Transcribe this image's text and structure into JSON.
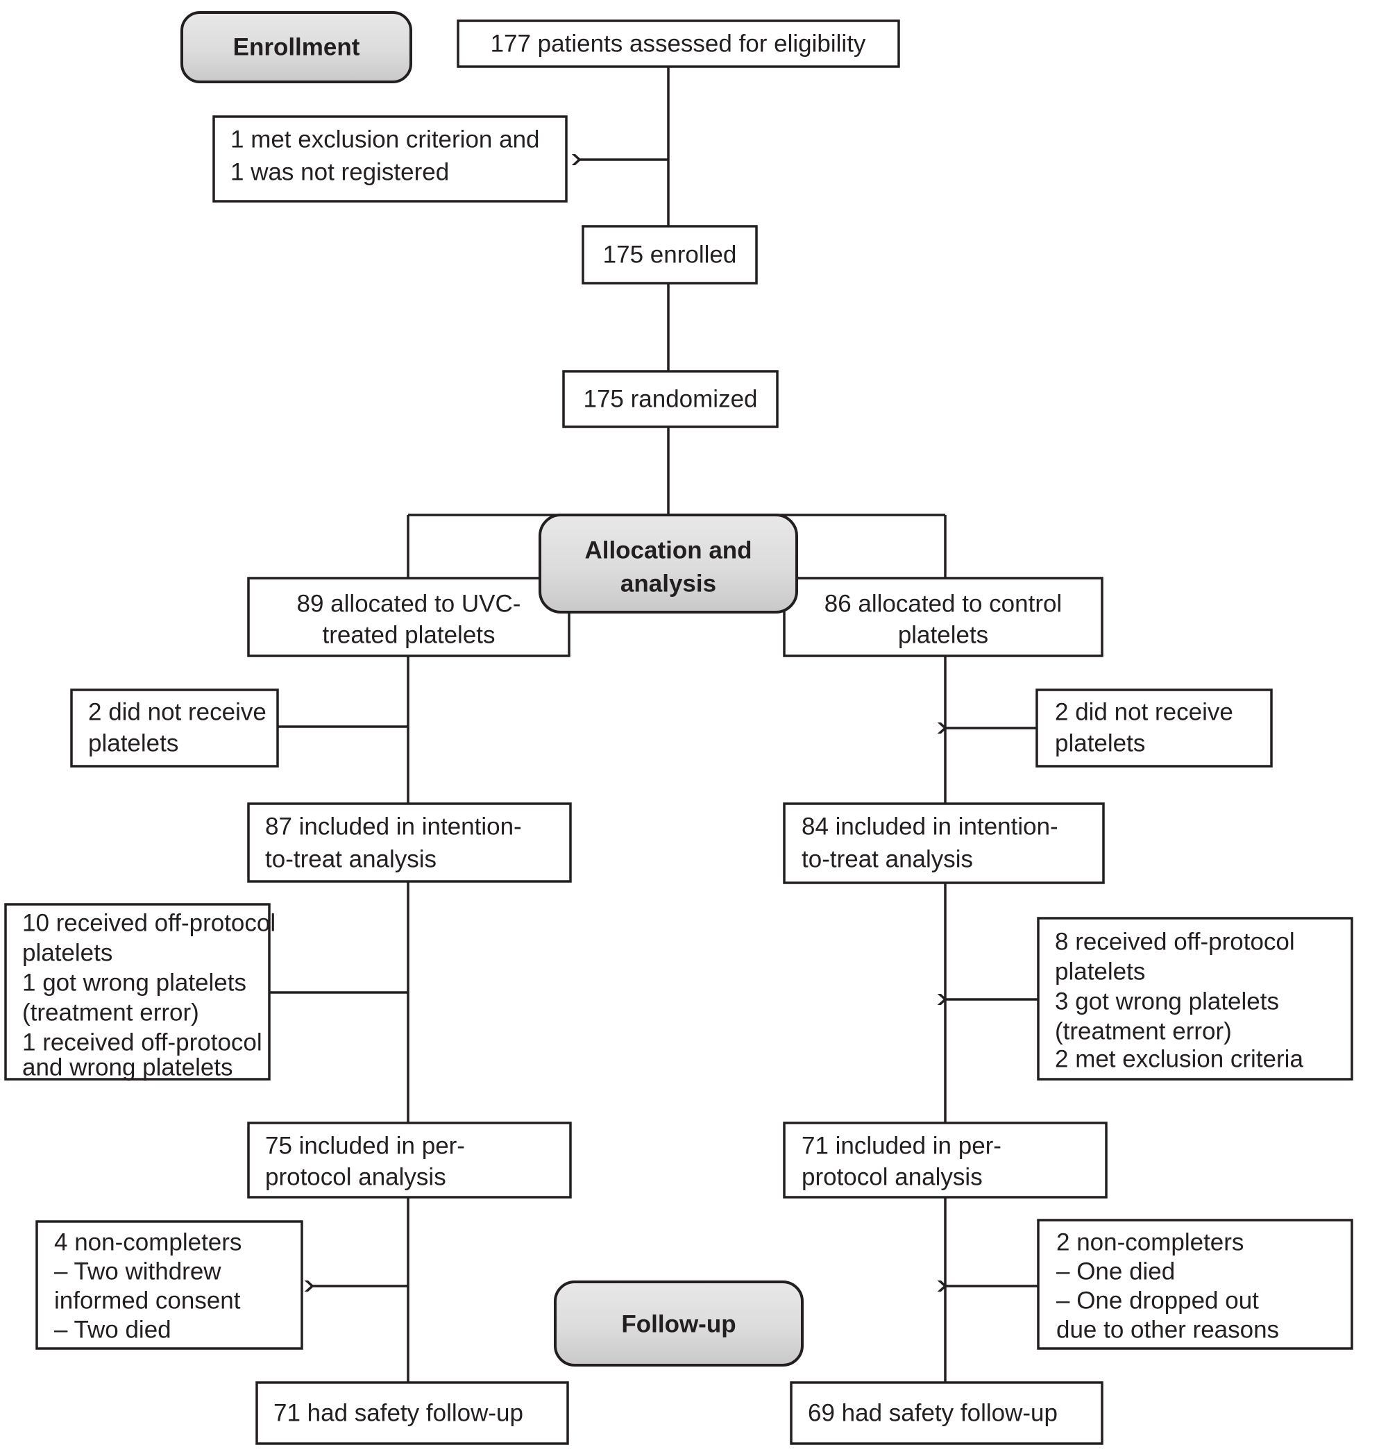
{
  "figure": {
    "type": "consort-flow-diagram",
    "title": "CONSORT participant flow diagram",
    "colors": {
      "stroke": "#231f20",
      "box_fill": "#ffffff",
      "badge_fill_top": "#e3e3e3",
      "badge_fill_bottom": "#cfcfcf",
      "background": "#ffffff"
    }
  },
  "stages": [
    {
      "id": "enrollment",
      "label": "Enrollment"
    },
    {
      "id": "allocation",
      "label_line1": "Allocation and",
      "label_line2": "analysis",
      "label": "Allocation and analysis"
    },
    {
      "id": "followup",
      "label": "Follow-up"
    }
  ],
  "nodes": {
    "assessed": {
      "lines": [
        "177 patients assessed for eligibility"
      ],
      "count": 177
    },
    "excluded_top": {
      "lines": [
        "1 met exclusion criterion and",
        "1 was not registered"
      ]
    },
    "enrolled": {
      "lines": [
        "175 enrolled"
      ],
      "count": 175
    },
    "randomized": {
      "lines": [
        "175 randomized"
      ],
      "count": 175
    },
    "alloc_left": {
      "lines": [
        "89 allocated to UVC-",
        "treated platelets"
      ],
      "count": 89
    },
    "alloc_right": {
      "lines": [
        "86 allocated to control",
        "platelets"
      ],
      "count": 86
    },
    "not_received_left": {
      "lines": [
        "2 did not receive",
        "platelets"
      ],
      "count": 2
    },
    "not_received_right": {
      "lines": [
        "2 did not receive",
        "platelets"
      ],
      "count": 2
    },
    "itt_left": {
      "lines": [
        "87 included in intention-",
        "to-treat analysis"
      ],
      "count": 87
    },
    "itt_right": {
      "lines": [
        "84 included in intention-",
        "to-treat analysis"
      ],
      "count": 84
    },
    "protocol_dev_left": {
      "lines": [
        "10 received off-protocol",
        "platelets",
        "1 got wrong platelets",
        "(treatment error)",
        "1 received off-protocol",
        "and wrong platelets"
      ]
    },
    "protocol_dev_right": {
      "lines": [
        "8 received off-protocol",
        "platelets",
        "3 got wrong platelets",
        "(treatment error)",
        "2 met exclusion criteria"
      ]
    },
    "pp_left": {
      "lines": [
        "75 included in per-",
        "protocol analysis"
      ],
      "count": 75
    },
    "pp_right": {
      "lines": [
        "71 included in per-",
        "protocol analysis"
      ],
      "count": 71
    },
    "noncompleters_left": {
      "lines": [
        "4 non-completers",
        "  – Two withdrew",
        "     informed consent",
        "  – Two died"
      ],
      "count": 4
    },
    "noncompleters_right": {
      "lines": [
        "2 non-completers",
        "  – One died",
        "  – One dropped out",
        "     due to other reasons"
      ],
      "count": 2
    },
    "safety_left": {
      "lines": [
        "71 had safety follow-up"
      ],
      "count": 71
    },
    "safety_right": {
      "lines": [
        "69 had safety follow-up"
      ],
      "count": 69
    }
  },
  "chart_data": {
    "type": "diagram",
    "title": "CONSORT flow diagram: UVC-treated platelets vs control platelets",
    "flow": [
      {
        "step": "assessed for eligibility",
        "n": 177
      },
      {
        "step": "excluded",
        "n": 2,
        "reasons": [
          "1 met exclusion criterion",
          "1 was not registered"
        ]
      },
      {
        "step": "enrolled",
        "n": 175
      },
      {
        "step": "randomized",
        "n": 175
      }
    ],
    "arms": [
      {
        "name": "UVC-treated platelets",
        "allocated": 89,
        "did_not_receive": 2,
        "intention_to_treat": 87,
        "protocol_deviations": {
          "received_off_protocol_platelets": 10,
          "got_wrong_platelets_treatment_error": 1,
          "received_off_protocol_and_wrong_platelets": 1
        },
        "per_protocol": 75,
        "non_completers": {
          "total": 4,
          "withdrew_informed_consent": 2,
          "died": 2
        },
        "safety_follow_up": 71
      },
      {
        "name": "Control platelets",
        "allocated": 86,
        "did_not_receive": 2,
        "intention_to_treat": 84,
        "protocol_deviations": {
          "received_off_protocol_platelets": 8,
          "got_wrong_platelets_treatment_error": 3,
          "met_exclusion_criteria": 2
        },
        "per_protocol": 71,
        "non_completers": {
          "total": 2,
          "died": 1,
          "dropped_out_other_reasons": 1
        },
        "safety_follow_up": 69
      }
    ]
  }
}
